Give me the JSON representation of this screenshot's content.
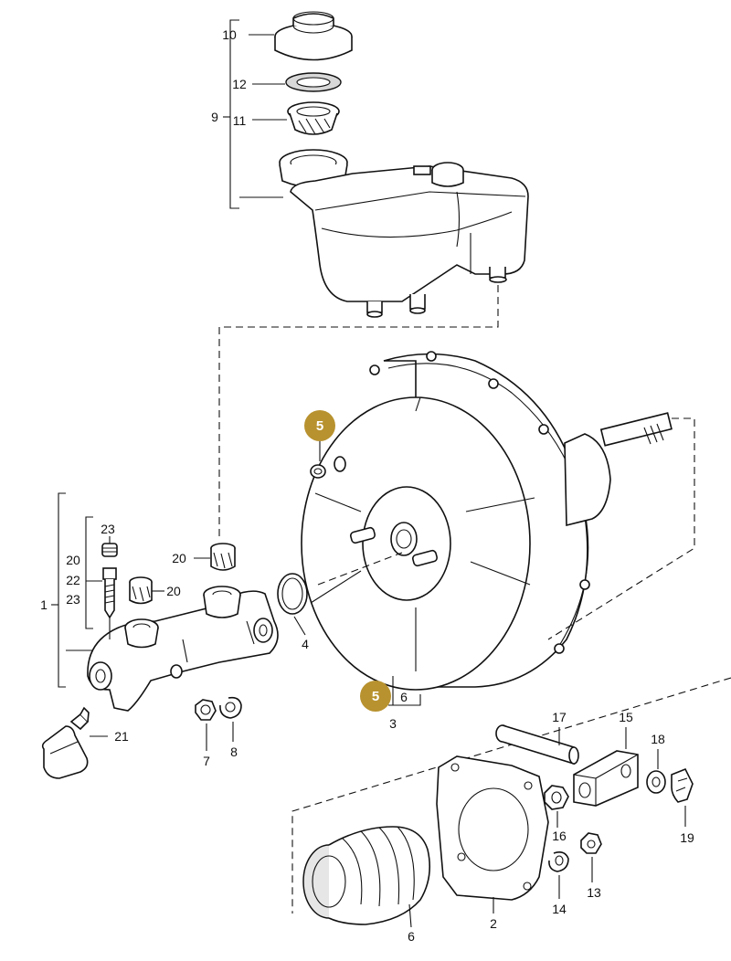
{
  "marker_color": "#B8922F",
  "markers": [
    {
      "text": "5"
    },
    {
      "text": "5"
    }
  ],
  "labels": {
    "p1": "1",
    "p2": "2",
    "p3": "3",
    "p4": "4",
    "p6": "6",
    "p6b": "6",
    "p7": "7",
    "p8": "8",
    "p9": "9",
    "p10": "10",
    "p11": "11",
    "p12": "12",
    "p13": "13",
    "p14": "14",
    "p15": "15",
    "p16": "16",
    "p17": "17",
    "p18": "18",
    "p19": "19",
    "p20a": "20",
    "p20b": "20",
    "p20c": "20",
    "p21": "21",
    "p22": "22",
    "p23a": "23",
    "p23b": "23"
  }
}
